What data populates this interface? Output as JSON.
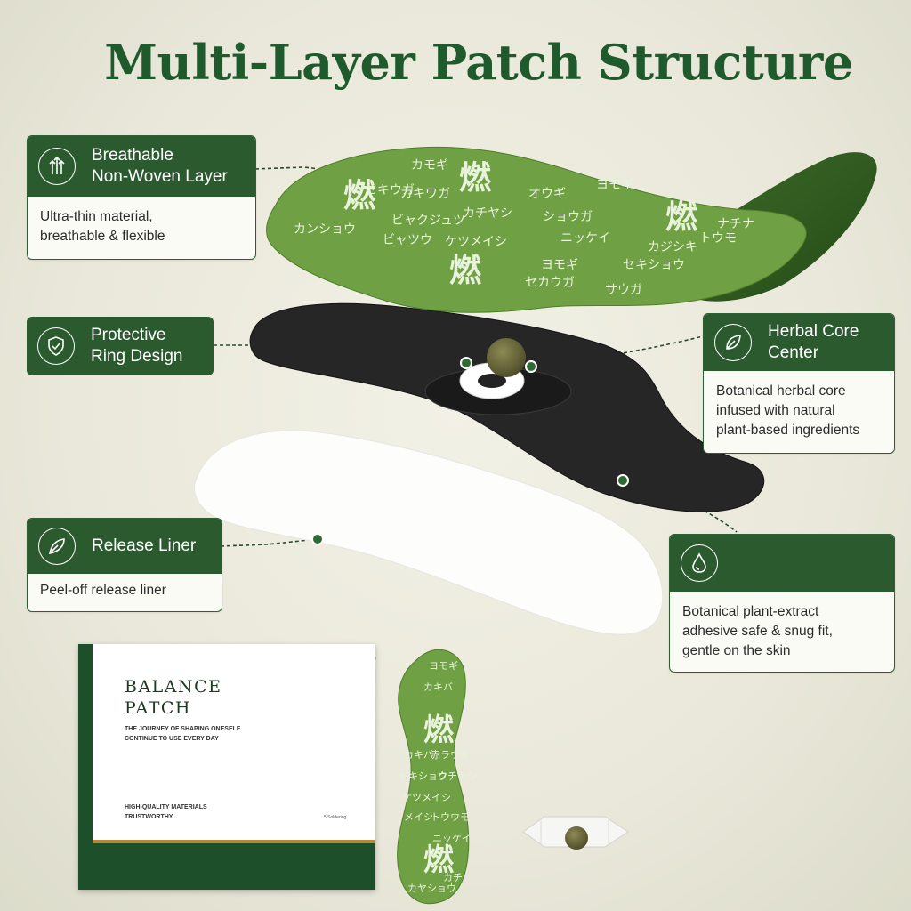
{
  "title": "Multi-Layer Patch Structure",
  "colors": {
    "brand_green": "#2b5a2f",
    "leaf_green": "#6fa043",
    "title_green": "#1f5a2c"
  },
  "callouts": {
    "breathable": {
      "icon": "breathable-arrows-icon",
      "title_line1": "Breathable",
      "title_line2": "Non-Woven Layer",
      "desc_line1": "Ultra-thin material,",
      "desc_line2": "breathable & flexible"
    },
    "ring": {
      "icon": "shield-check-icon",
      "title_line1": "Protective",
      "title_line2": "Ring Design"
    },
    "herbal": {
      "icon": "leaf-icon",
      "title_line1": "Herbal Core",
      "title_line2": "Center",
      "desc_line1": "Botanical herbal core",
      "desc_line2": "infused with natural",
      "desc_line3": "plant-based ingredients"
    },
    "liner": {
      "icon": "leaf-outline-icon",
      "title": "Release Liner",
      "desc": "Peel-off release liner"
    },
    "adhesive": {
      "icon": "water-drop-icon",
      "desc_line1": "Botanical plant-extract",
      "desc_line2": "adhesive safe & snug fit,",
      "desc_line3": "gentle on the skin"
    }
  },
  "patch_text": {
    "big_char": "燃",
    "words": [
      "カモギ",
      "セキウガ",
      "カキワガ",
      "ヨモギ",
      "オウギ",
      "カンショウ",
      "カチヤシ",
      "ショウガ",
      "ビャクジュツ",
      "ケツメイシ",
      "ニッケイ",
      "カジシキ",
      "ビャツウ",
      "トウモ",
      "ナチナ",
      "ヨモギ",
      "セキショウ",
      "セカウガ",
      "サウガ"
    ]
  },
  "mini_patch_text": {
    "big_char": "燃",
    "words": [
      "ヨモギ",
      "カキバ",
      "カキバ",
      "赤ラウギ",
      "セキショウ",
      "クチナシ",
      "ケツメイシ",
      "メイシ",
      "トウウモ",
      "ニッケイ",
      "カチ",
      "カヤショウ"
    ]
  },
  "box": {
    "brand_line1": "BALANCE",
    "brand_line2": "PATCH",
    "tagline_line1": "THE JOURNEY OF SHAPING ONESELF",
    "tagline_line2": "CONTINUE TO USE EVERY DAY",
    "quality_line1": "HIGH-QUALITY MATERIALS",
    "quality_line2": "TRUSTWORTHY",
    "count": "5 Soldering"
  }
}
